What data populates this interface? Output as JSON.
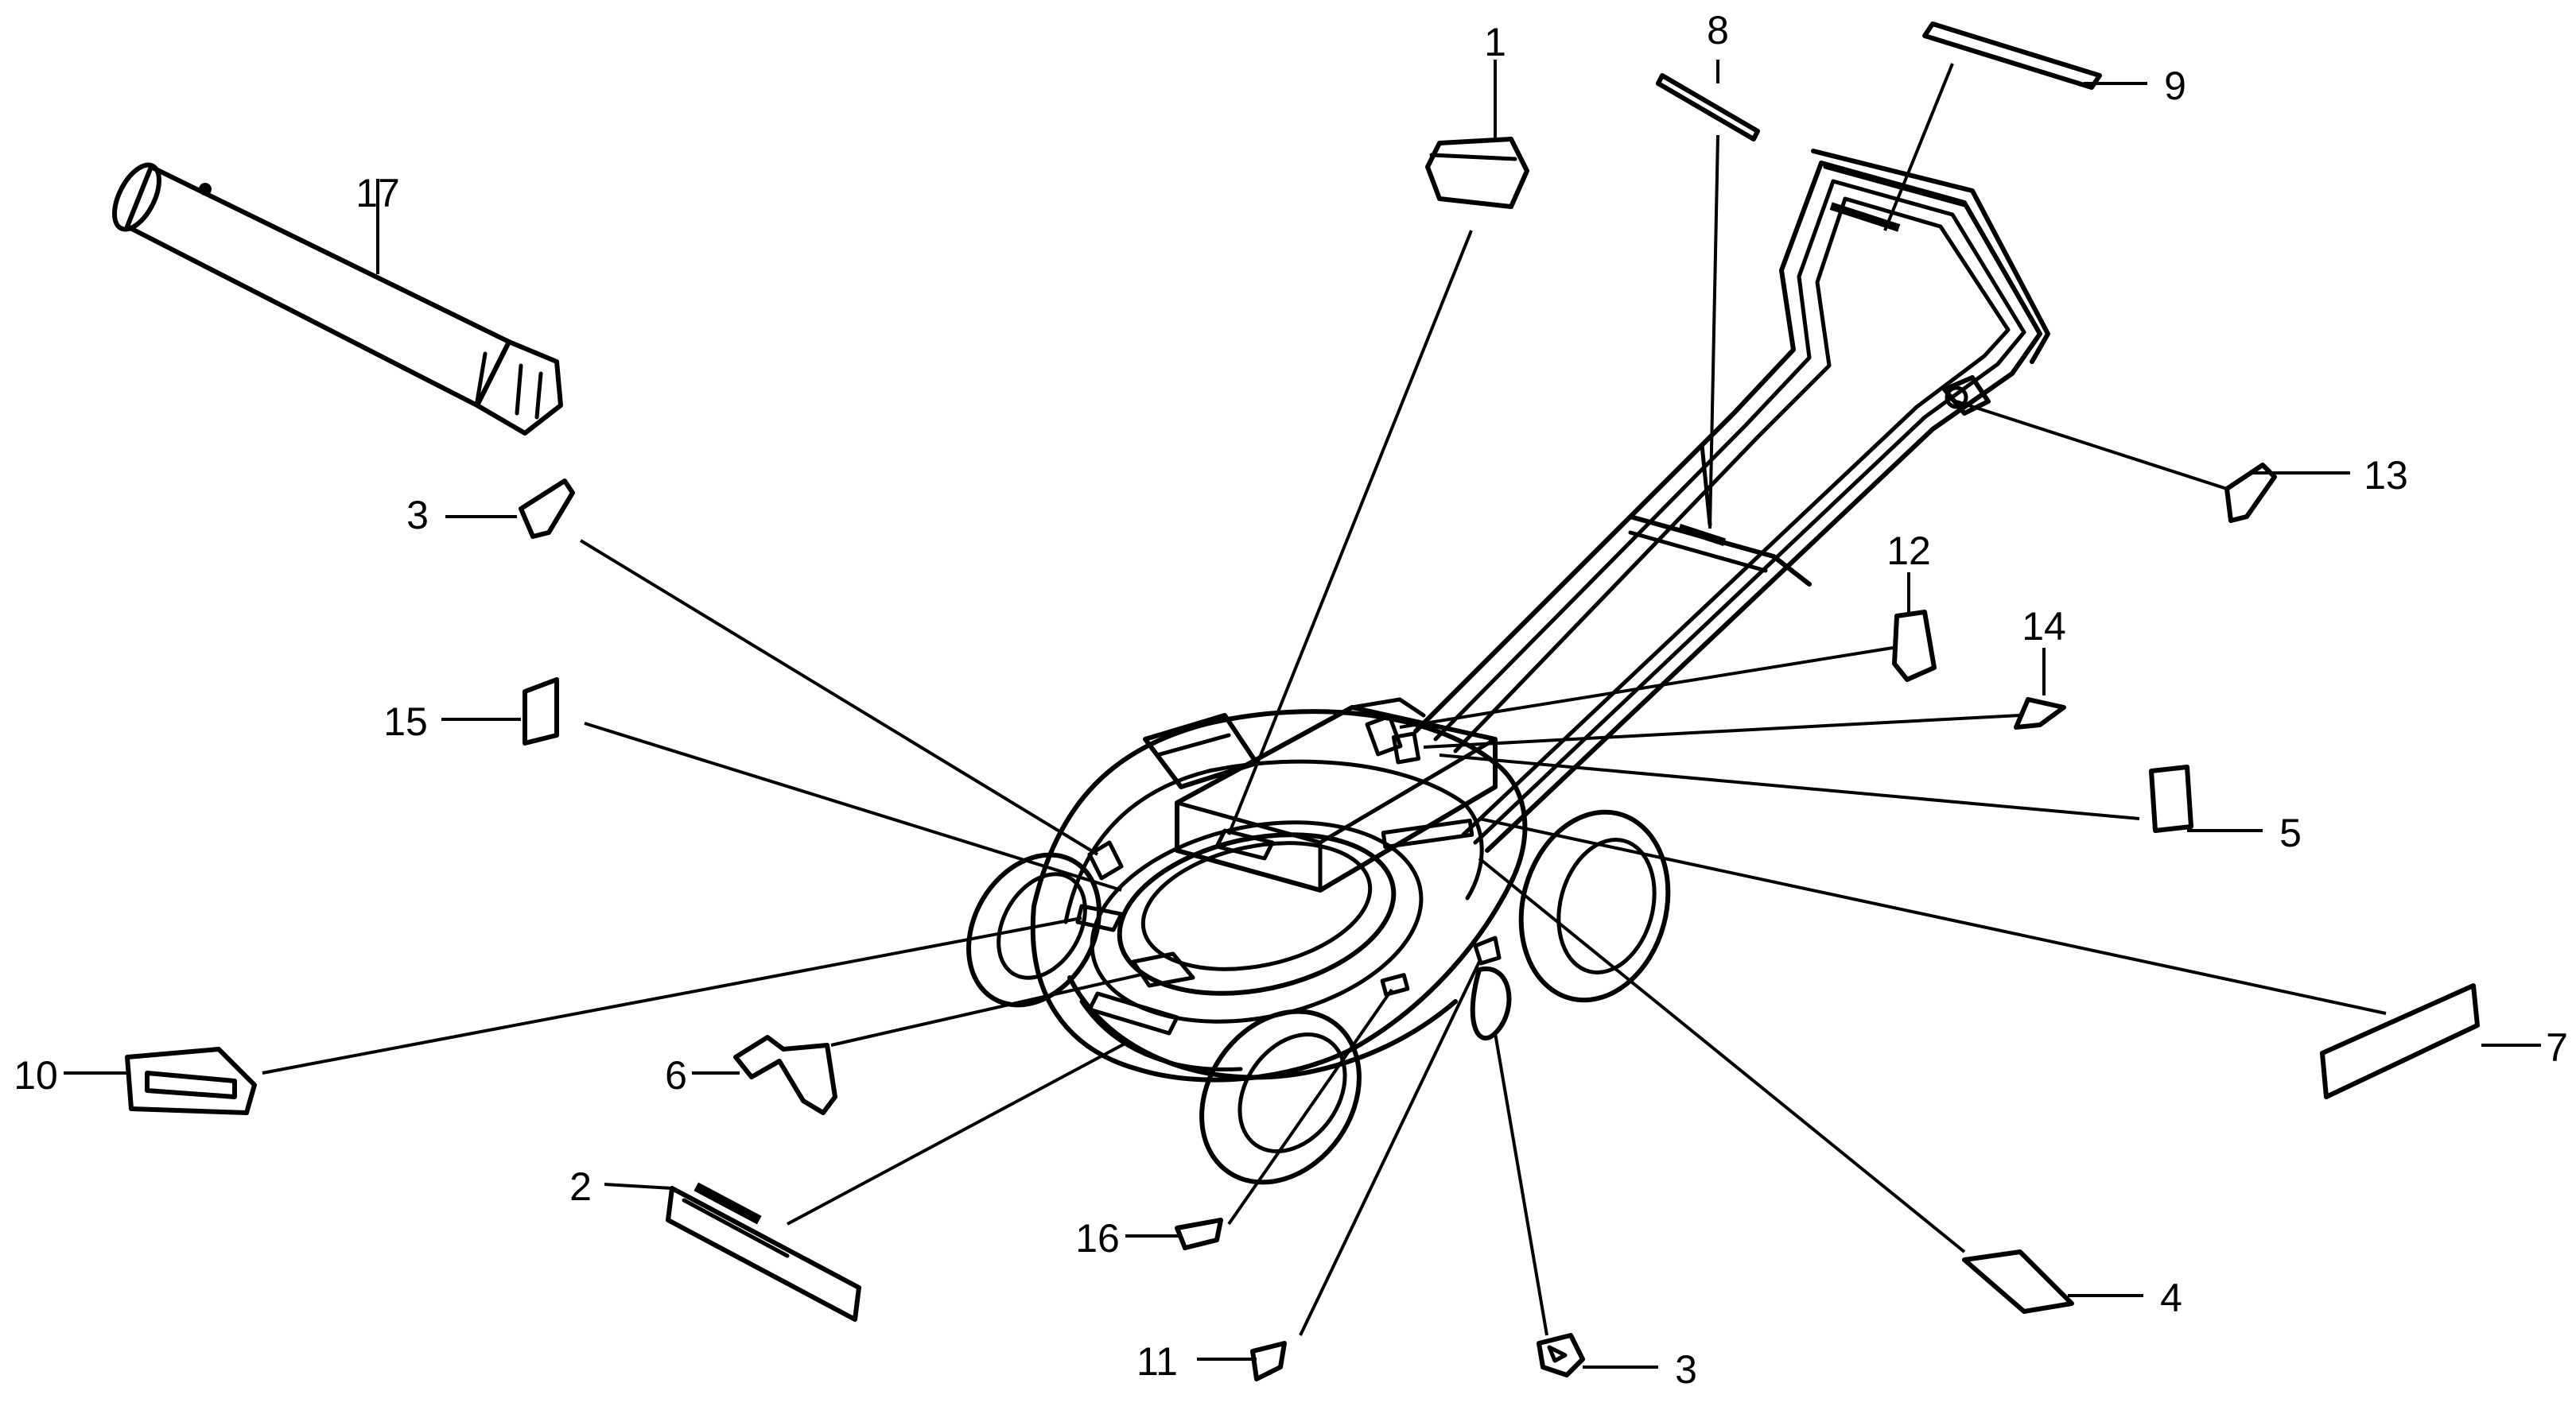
{
  "callouts": [
    {
      "id": "c1",
      "label": "1"
    },
    {
      "id": "c2",
      "label": "2"
    },
    {
      "id": "c3a",
      "label": "3"
    },
    {
      "id": "c3b",
      "label": "3"
    },
    {
      "id": "c4",
      "label": "4"
    },
    {
      "id": "c5",
      "label": "5"
    },
    {
      "id": "c6",
      "label": "6"
    },
    {
      "id": "c7",
      "label": "7"
    },
    {
      "id": "c8",
      "label": "8"
    },
    {
      "id": "c9",
      "label": "9"
    },
    {
      "id": "c10",
      "label": "10"
    },
    {
      "id": "c11",
      "label": "11"
    },
    {
      "id": "c12",
      "label": "12"
    },
    {
      "id": "c13",
      "label": "13"
    },
    {
      "id": "c14",
      "label": "14"
    },
    {
      "id": "c15",
      "label": "15"
    },
    {
      "id": "c16",
      "label": "16"
    },
    {
      "id": "c17",
      "label": "17"
    }
  ]
}
